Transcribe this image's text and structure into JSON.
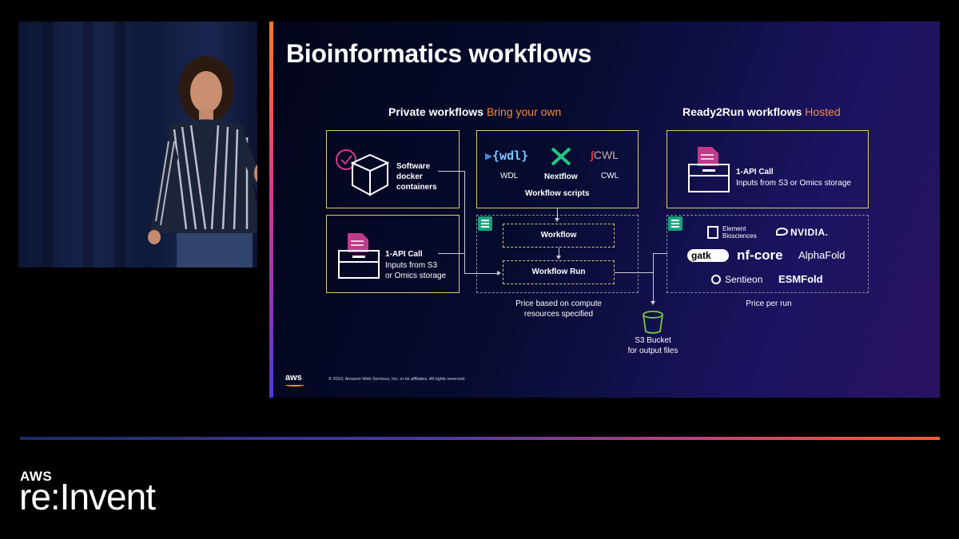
{
  "slide": {
    "title": "Bioinformatics workflows",
    "private_heading": "Private workflows",
    "private_accent": "Bring your own",
    "ready_heading": "Ready2Run workflows",
    "ready_accent": "Hosted",
    "software_containers": "Software\ndocker\ncontainers",
    "api_call_title": "1-API Call",
    "api_call_desc": "Inputs from S3\nor Omics storage",
    "wdl_label": "WDL",
    "wdl_logo": "{wdl}",
    "nextflow_label": "Nextflow",
    "cwl_label": "CWL",
    "cwl_logo": "CWL",
    "workflow_scripts": "Workflow scripts",
    "workflow": "Workflow",
    "workflow_run": "Workflow Run",
    "price_compute": "Price based on compute\nresources specified",
    "s3_bucket": "S3 Bucket\nfor output files",
    "ready_api_title": "1-API Call",
    "ready_api_desc": "Inputs from S3 or Omics storage",
    "element_name": "Element\nBiosciences",
    "nvidia": "NVIDIA.",
    "gatk": "gatk",
    "nfcore": "nf-core",
    "alphafold": "AlphaFold",
    "sentieon": "Sentieon",
    "esmfold": "ESMFold",
    "price_per_run": "Price per run",
    "aws_logo": "aws",
    "copyright": "© 2023, Amazon Web Services, Inc. or its affiliates. All rights reserved."
  },
  "brand": {
    "top": "AWS",
    "main": "re:Invent"
  },
  "colors": {
    "accent_orange": "#ff8a3a",
    "box_border": "#d7cc6b",
    "omics_green": "#1aa37a"
  }
}
